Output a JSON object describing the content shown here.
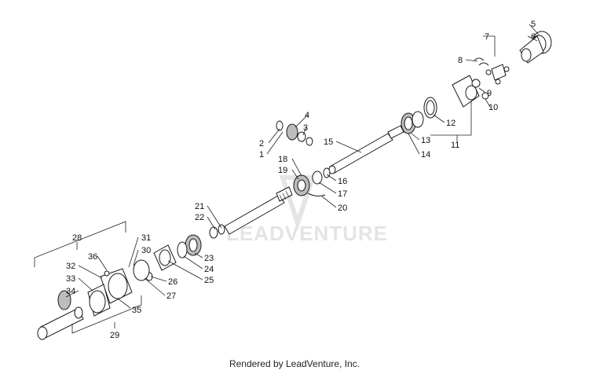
{
  "callouts": [
    {
      "id": "1",
      "label": "1"
    },
    {
      "id": "2",
      "label": "2"
    },
    {
      "id": "3",
      "label": "3"
    },
    {
      "id": "4",
      "label": "4"
    },
    {
      "id": "5",
      "label": "5"
    },
    {
      "id": "6",
      "label": "6"
    },
    {
      "id": "7",
      "label": "7"
    },
    {
      "id": "8",
      "label": "8"
    },
    {
      "id": "9",
      "label": "9"
    },
    {
      "id": "10",
      "label": "10"
    },
    {
      "id": "11",
      "label": "11"
    },
    {
      "id": "12",
      "label": "12"
    },
    {
      "id": "13",
      "label": "13"
    },
    {
      "id": "14",
      "label": "14"
    },
    {
      "id": "15",
      "label": "15"
    },
    {
      "id": "16",
      "label": "16"
    },
    {
      "id": "17",
      "label": "17"
    },
    {
      "id": "18",
      "label": "18"
    },
    {
      "id": "19",
      "label": "19"
    },
    {
      "id": "20",
      "label": "20"
    },
    {
      "id": "21",
      "label": "21"
    },
    {
      "id": "22",
      "label": "22"
    },
    {
      "id": "23",
      "label": "23"
    },
    {
      "id": "24",
      "label": "24"
    },
    {
      "id": "25",
      "label": "25"
    },
    {
      "id": "26",
      "label": "26"
    },
    {
      "id": "27",
      "label": "27"
    },
    {
      "id": "28",
      "label": "28"
    },
    {
      "id": "29",
      "label": "29"
    },
    {
      "id": "30",
      "label": "30"
    },
    {
      "id": "31",
      "label": "31"
    },
    {
      "id": "32",
      "label": "32"
    },
    {
      "id": "33",
      "label": "33"
    },
    {
      "id": "34",
      "label": "34"
    },
    {
      "id": "35",
      "label": "35"
    },
    {
      "id": "36",
      "label": "36"
    }
  ],
  "watermark": "LEADVENTURE",
  "footer": "Rendered by LeadVenture, Inc."
}
